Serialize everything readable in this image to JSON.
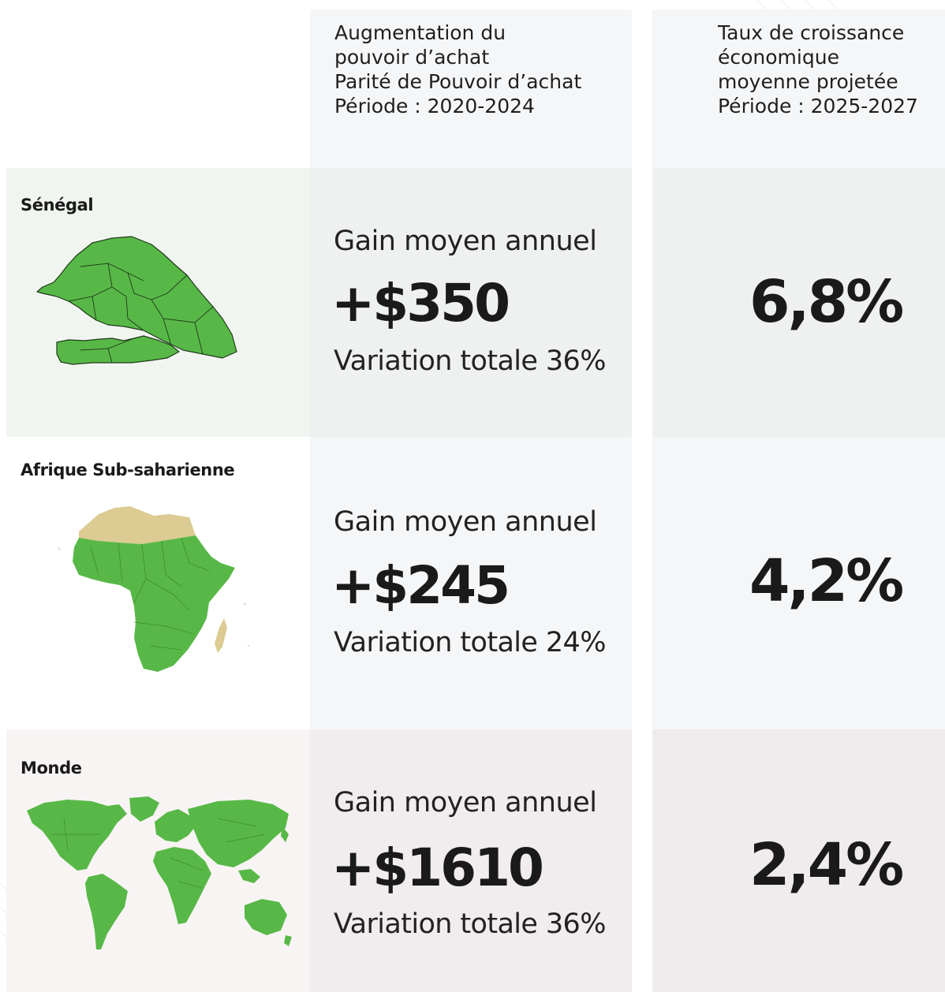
{
  "header": {
    "col_ppp": {
      "line1": "Augmentation du",
      "line2": "pouvoir d’achat",
      "line3": "Parité de Pouvoir d’achat",
      "line4": "Période : 2020-2024"
    },
    "col_growth": {
      "line1": "Taux de croissance",
      "line2": "économique",
      "line3": "moyenne projetée",
      "line4": "Période : 2025-2027"
    }
  },
  "rows": [
    {
      "region": "Sénégal",
      "map_icon": "senegal-map",
      "gain_label": "Gain moyen annuel",
      "gain_value": "+$350",
      "variation": "Variation totale 36%",
      "growth": "6,8%"
    },
    {
      "region": "Afrique Sub-saharienne",
      "map_icon": "africa-map",
      "gain_label": "Gain moyen annuel",
      "gain_value": "+$245",
      "variation": "Variation totale 24%",
      "growth": "4,2%"
    },
    {
      "region": "Monde",
      "map_icon": "world-map",
      "gain_label": "Gain moyen annuel",
      "gain_value": "+$1610",
      "variation": "Variation totale 36%",
      "growth": "2,4%"
    }
  ],
  "colors": {
    "map_green": "#58b847",
    "sahara_tan": "#dccb92",
    "row_tint_1": "#f1f5ef",
    "row_tint_3": "#f8f4f4",
    "column_bg": "#f5f6f8"
  }
}
